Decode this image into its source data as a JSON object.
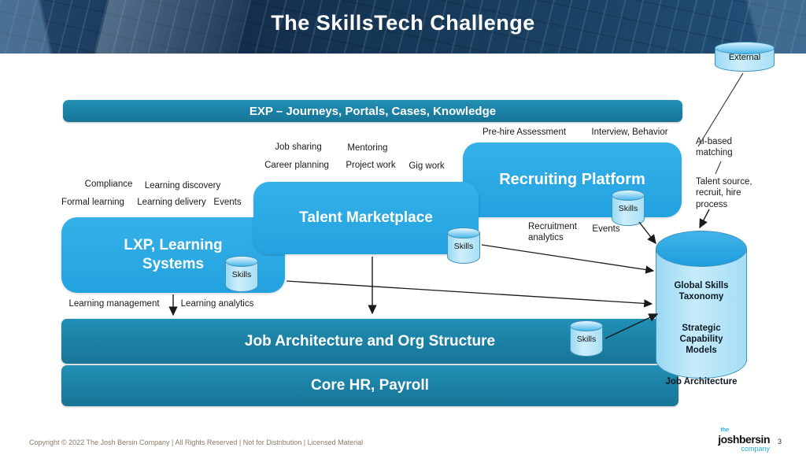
{
  "slide": {
    "title": "The SkillsTech Challenge",
    "page_number": "3",
    "footer_copyright": "Copyright © 2022 The Josh Bersin Company | All Rights Reserved | Not for Distribution | Licensed Material",
    "logo": {
      "the": "the",
      "name": "joshbersin",
      "company": "company"
    }
  },
  "colors": {
    "teal_bar": "#1b7fa4",
    "bright_blue": "#29a9e1",
    "cylinder_light": "#b3e3f7",
    "header_navy": "#173a5a"
  },
  "diagram": {
    "exp_bar": "EXP – Journeys, Portals, Cases, Knowledge",
    "boxes": {
      "recruiting": "Recruiting Platform",
      "talent": "Talent Marketplace",
      "lxp": "LXP, Learning\nSystems",
      "job_architecture": "Job Architecture and Org Structure",
      "core_hr": "Core HR, Payroll"
    },
    "skills_label": "Skills",
    "external_label": "External",
    "global_cylinder": {
      "line1": "Global Skills\nTaxonomy",
      "line2": "Strategic\nCapability\nModels",
      "line3": "Job Architecture"
    },
    "labels": {
      "pre_hire": "Pre-hire Assessment",
      "interview": "Interview, Behavior",
      "job_sharing": "Job sharing",
      "mentoring": "Mentoring",
      "career_planning": "Career planning",
      "project_work": "Project work",
      "gig_work": "Gig work",
      "compliance": "Compliance",
      "learning_discovery": "Learning discovery",
      "formal_learning": "Formal learning",
      "learning_delivery": "Learning delivery",
      "events_learning": "Events",
      "ai_matching": "AI-based\nmatching",
      "talent_source": "Talent source,\nrecruit, hire\nprocess",
      "recruitment_analytics": "Recruitment\nanalytics",
      "events_recruiting": "Events",
      "learning_management": "Learning management",
      "learning_analytics": "Learning analytics"
    }
  }
}
